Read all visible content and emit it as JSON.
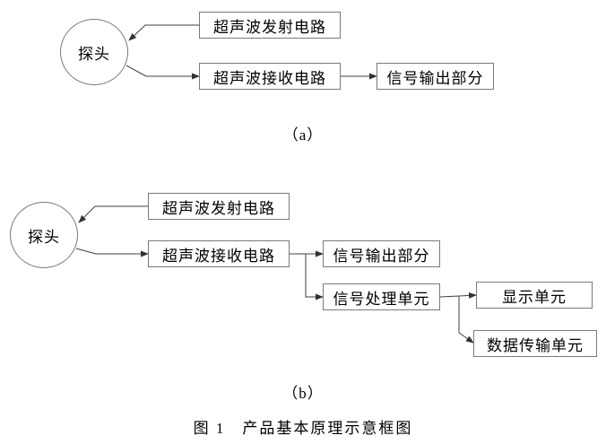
{
  "diagram_a": {
    "probe_label": "探头",
    "transmit_label": "超声波发射电路",
    "receive_label": "超声波接收电路",
    "output_label": "信号输出部分",
    "sublabel": "（a）"
  },
  "diagram_b": {
    "probe_label": "探头",
    "transmit_label": "超声波发射电路",
    "receive_label": "超声波接收电路",
    "output_label": "信号输出部分",
    "processing_label": "信号处理单元",
    "display_label": "显示单元",
    "data_transfer_label": "数据传输单元",
    "sublabel": "（b）"
  },
  "figure_caption": "图 1　产品基本原理示意框图",
  "colors": {
    "line": "#404040",
    "box_border": "#7a7a7a",
    "text": "#000000",
    "background": "#ffffff"
  }
}
